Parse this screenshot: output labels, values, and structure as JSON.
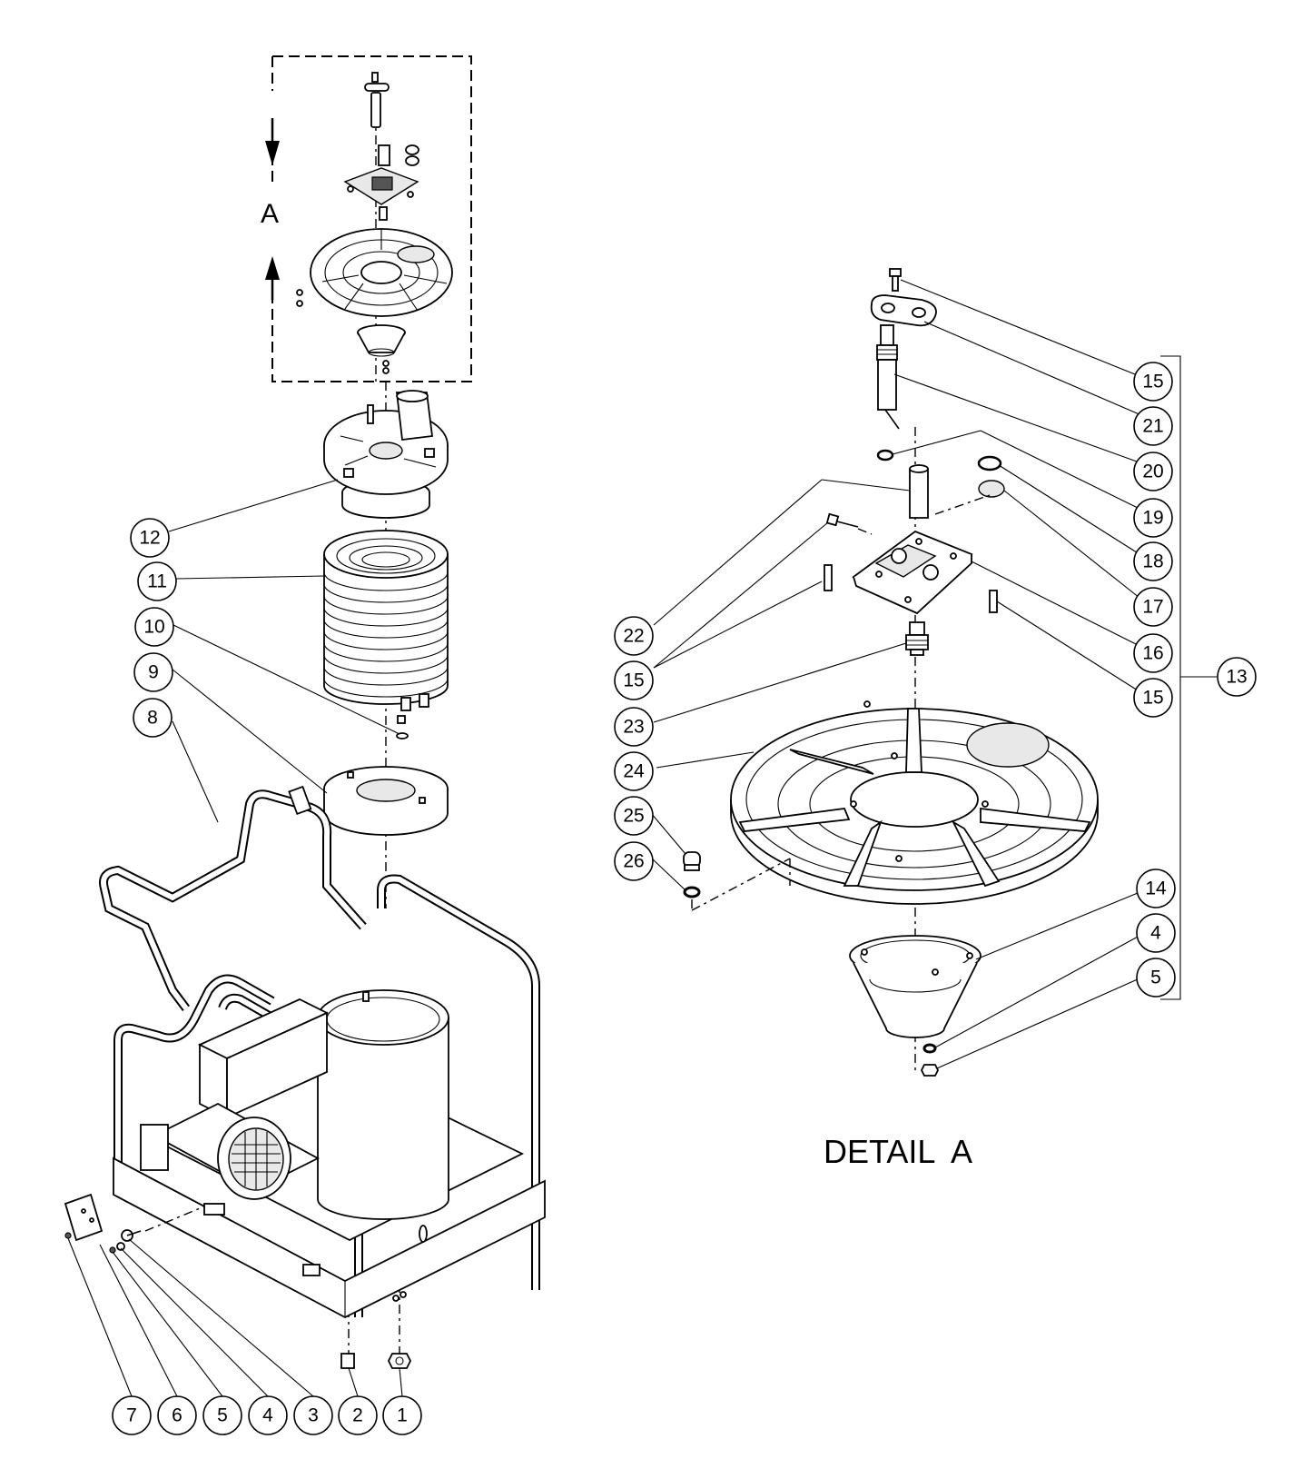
{
  "view_label": "A",
  "detail_title": "DETAIL  A",
  "main_callouts": [
    {
      "id": "c12",
      "label": "12"
    },
    {
      "id": "c11",
      "label": "11"
    },
    {
      "id": "c10",
      "label": "10"
    },
    {
      "id": "c9",
      "label": "9"
    },
    {
      "id": "c8",
      "label": "8"
    },
    {
      "id": "c7",
      "label": "7"
    },
    {
      "id": "c6",
      "label": "6"
    },
    {
      "id": "c5",
      "label": "5"
    },
    {
      "id": "c4",
      "label": "4"
    },
    {
      "id": "c3",
      "label": "3"
    },
    {
      "id": "c2",
      "label": "2"
    },
    {
      "id": "c1",
      "label": "1"
    }
  ],
  "detail_callouts": [
    {
      "id": "d15a",
      "label": "15"
    },
    {
      "id": "d21",
      "label": "21"
    },
    {
      "id": "d20",
      "label": "20"
    },
    {
      "id": "d19",
      "label": "19"
    },
    {
      "id": "d18",
      "label": "18"
    },
    {
      "id": "d17",
      "label": "17"
    },
    {
      "id": "d16",
      "label": "16"
    },
    {
      "id": "d15c",
      "label": "15"
    },
    {
      "id": "d13",
      "label": "13"
    },
    {
      "id": "d22",
      "label": "22"
    },
    {
      "id": "d15b",
      "label": "15"
    },
    {
      "id": "d23",
      "label": "23"
    },
    {
      "id": "d24",
      "label": "24"
    },
    {
      "id": "d25",
      "label": "25"
    },
    {
      "id": "d26",
      "label": "26"
    },
    {
      "id": "d14",
      "label": "14"
    },
    {
      "id": "d4",
      "label": "4"
    },
    {
      "id": "d5",
      "label": "5"
    }
  ]
}
